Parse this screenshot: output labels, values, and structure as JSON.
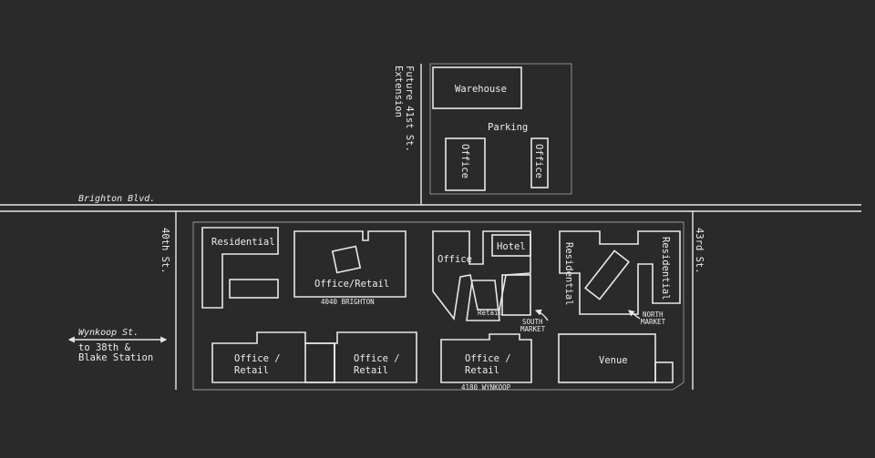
{
  "streets": {
    "brighton": "Brighton Blvd.",
    "future_41st_line1": "Future 41st St.",
    "future_41st_line2": "Extension",
    "st40": "40th St.",
    "st43": "43rd St.",
    "wynkoop": "Wynkoop St.",
    "station_line1": "to 38th &",
    "station_line2": "Blake Station"
  },
  "buildings": {
    "warehouse": "Warehouse",
    "parking": "Parking",
    "office_a": "Office",
    "office_b": "Office",
    "residential_nw": "Residential",
    "office_retail_center": "Office/Retail",
    "office_mid": "Office",
    "hotel": "Hotel",
    "retail_small": "Retail",
    "residential_e1": "Residential",
    "residential_e2": "Residential",
    "office_retail_sw_l1": "Office /",
    "office_retail_sw_l2": "Retail",
    "office_retail_s2_l1": "Office /",
    "office_retail_s2_l2": "Retail",
    "office_retail_s3_l1": "Office /",
    "office_retail_s3_l2": "Retail",
    "venue": "Venue"
  },
  "addresses": {
    "brighton_4040": "4040 BRIGHTON",
    "wynkoop_4180": "4180 WYNKOOP"
  },
  "markets": {
    "south_l1": "SOUTH",
    "south_l2": "MARKET",
    "north_l1": "NORTH",
    "north_l2": "MARKET"
  },
  "colors": {
    "background": "#2a2a2a",
    "line": "#e8e8e8"
  }
}
